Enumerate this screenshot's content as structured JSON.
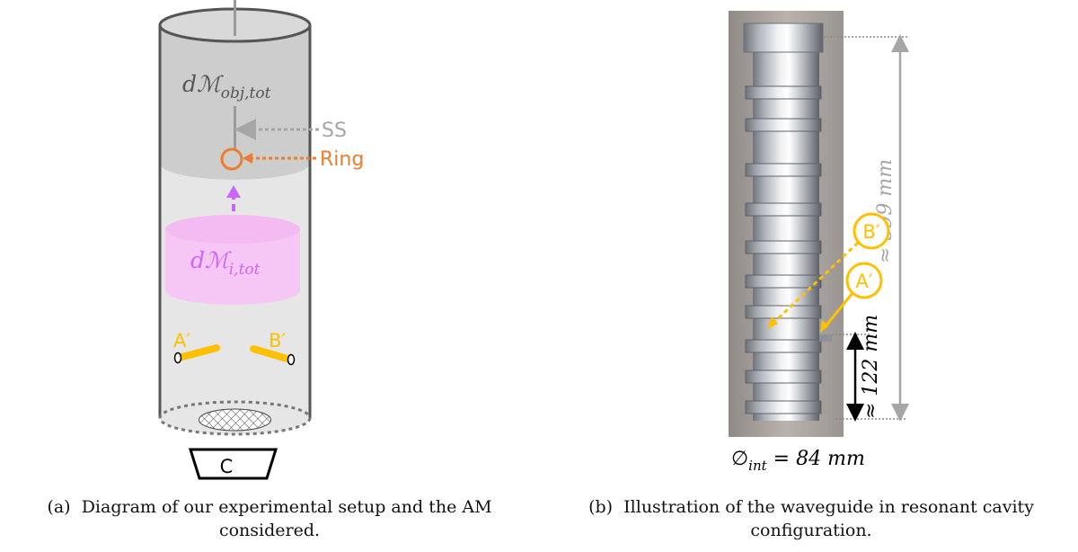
{
  "panel_a": {
    "mass_obj_label": "dℳ",
    "mass_obj_sub": "obj,tot",
    "ss_label": "SS",
    "ring_label": "Ring",
    "mass_i_label": "dℳ",
    "mass_i_sub": "i,tot",
    "antenna_a_label": "A′",
    "antenna_b_label": "B′",
    "camera_label": "C",
    "caption_tag": "(a)",
    "caption_line1": "Diagram of our experimental setup and the AM",
    "caption_line2": "considered."
  },
  "panel_b": {
    "length_label": "≈ 599 mm",
    "antenna_height_label": "≈ 122 mm",
    "antenna_b_label": "B′",
    "antenna_a_label": "A′",
    "diameter_symbol": "∅",
    "diameter_sub": "int",
    "diameter_value": " = 84 mm",
    "caption_tag": "(b)",
    "caption_line1": "Illustration of the waveguide in resonant cavity",
    "caption_line2": "configuration."
  },
  "colors": {
    "orange": "#ED7D31",
    "gold": "#FFC000",
    "magenta": "#CC66FF",
    "pink_fill": "#F6C6F4",
    "grey": "#A6A6A6",
    "dark_grey": "#595959"
  }
}
